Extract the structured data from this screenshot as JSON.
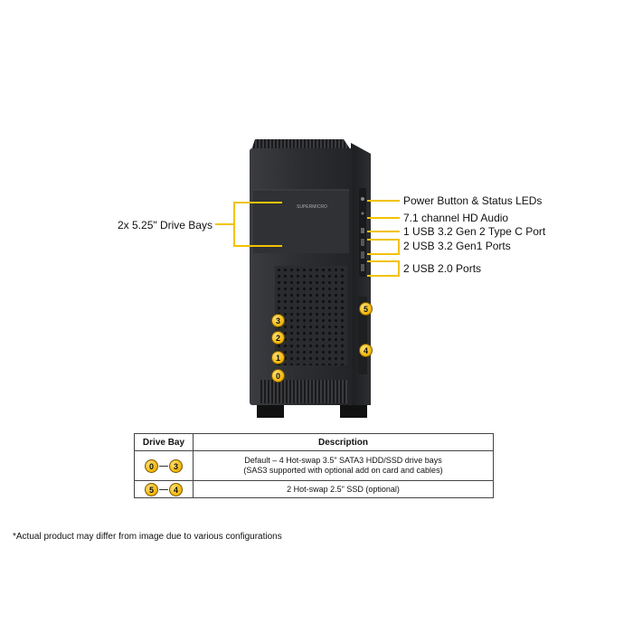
{
  "callouts": {
    "drive_bays_525": "2x 5.25\" Drive Bays",
    "power_button": "Power Button & Status LEDs",
    "hd_audio": "7.1 channel HD Audio",
    "usb_c": "1 USB 3.2 Gen 2 Type C Port",
    "usb_32_gen1": "2 USB 3.2 Gen1 Ports",
    "usb_20": "2 USB 2.0 Ports"
  },
  "tower": {
    "brand": "SUPERMICRO",
    "bay_badges_left": [
      "3",
      "2",
      "1",
      "0"
    ],
    "bay_badges_right": [
      "5",
      "4"
    ]
  },
  "table": {
    "headers": [
      "Drive Bay",
      "Description"
    ],
    "rows": [
      {
        "bay_start": "0",
        "bay_end": "3",
        "description_line1": "Default – 4 Hot-swap 3.5\" SATA3 HDD/SSD drive bays",
        "description_line2": "(SAS3 supported with optional add on card and cables)"
      },
      {
        "bay_start": "5",
        "bay_end": "4",
        "description_line1": "2 Hot-swap 2.5\" SSD (optional)"
      }
    ]
  },
  "footnote": "*Actual product may differ from image due to various configurations",
  "colors": {
    "callout_line": "#f2c200",
    "badge_fill": "#f2b300",
    "tower_body": "#2a2b2e"
  }
}
